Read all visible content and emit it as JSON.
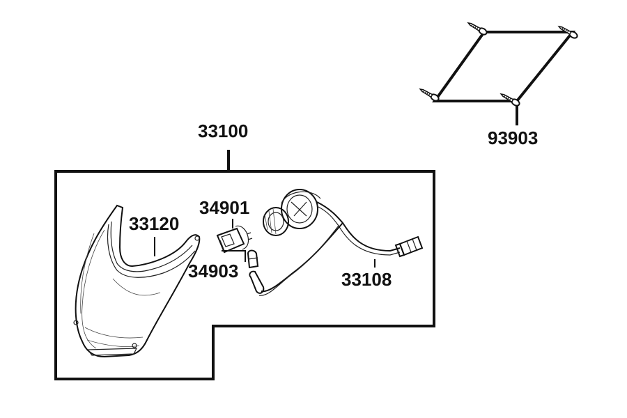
{
  "diagram": {
    "labels": {
      "assembly": "33100",
      "lens": "33120",
      "bulb": "34901",
      "small_bulb": "34903",
      "harness": "33108",
      "screws": "93903"
    }
  }
}
